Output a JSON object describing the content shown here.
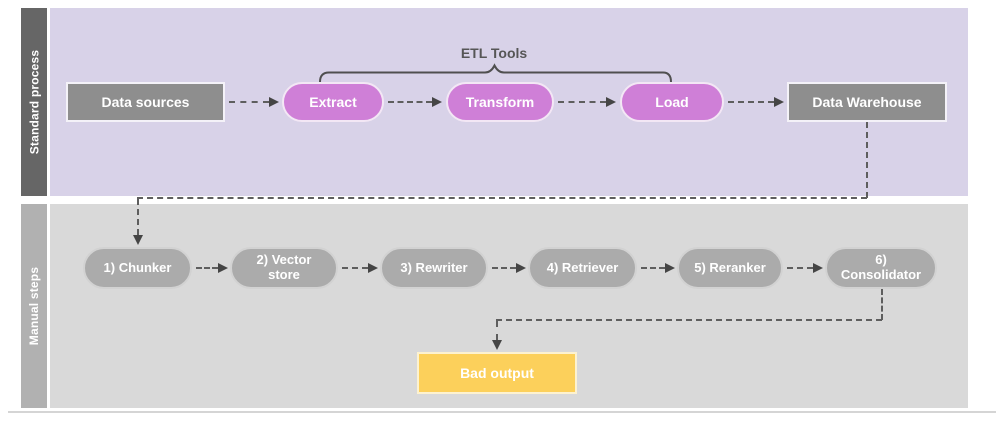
{
  "canvas": {
    "bracket_label": "ETL Tools"
  },
  "lanes": {
    "standard": {
      "label": "Standard process",
      "nodes": [
        {
          "label": "Data sources",
          "shape": "rectangle"
        },
        {
          "label": "Extract",
          "shape": "pill"
        },
        {
          "label": "Transform",
          "shape": "pill"
        },
        {
          "label": "Load",
          "shape": "pill"
        },
        {
          "label": "Data Warehouse",
          "shape": "rectangle"
        }
      ]
    },
    "manual": {
      "label": "Manual steps",
      "nodes": [
        {
          "label": "1) Chunker",
          "shape": "pill"
        },
        {
          "label": "2) Vector store",
          "shape": "pill"
        },
        {
          "label": "3) Rewriter",
          "shape": "pill"
        },
        {
          "label": "4) Retriever",
          "shape": "pill"
        },
        {
          "label": "5) Reranker",
          "shape": "pill"
        },
        {
          "label": "6) Consolidator",
          "shape": "pill"
        }
      ],
      "output_node": {
        "label": "Bad output",
        "shape": "rectangle"
      }
    }
  },
  "flows": {
    "standard_sequence": [
      "Data sources",
      "Extract",
      "Transform",
      "Load",
      "Data Warehouse"
    ],
    "cross_lane": "Data Warehouse -> 1) Chunker",
    "manual_sequence": [
      "1) Chunker",
      "2) Vector store",
      "3) Rewriter",
      "4) Retriever",
      "5) Reranker",
      "6) Consolidator"
    ],
    "final": "6) Consolidator -> Bad output"
  },
  "colors": {
    "standard_lane_bg": "#d8d2e8",
    "manual_lane_bg": "#d9d9d9",
    "standard_sidebar": "#666666",
    "manual_sidebar": "#b1b1b1",
    "etl_pill": "#cf7fd7",
    "gray_node": "#8e8e8e",
    "manual_pill": "#ababab",
    "bad_output_fill": "#fcd05b",
    "connector": "#5e5e5e",
    "text_on_node": "#ffffff"
  }
}
